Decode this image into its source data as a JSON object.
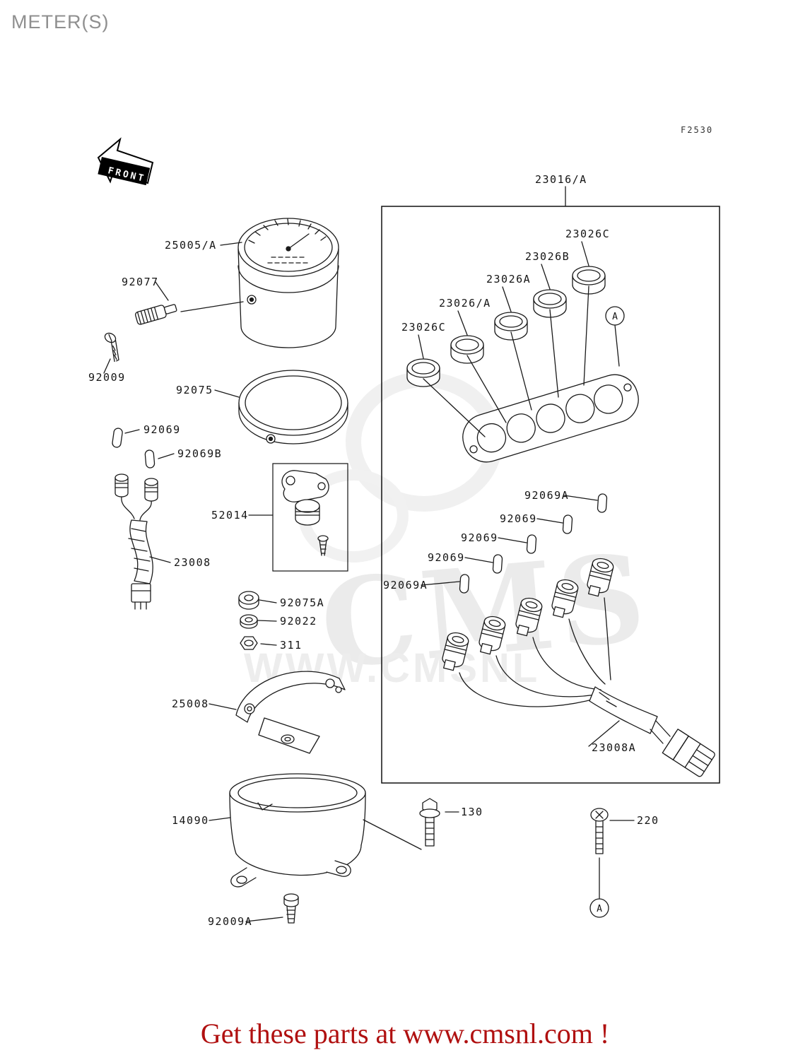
{
  "header": {
    "title": "METER(S)",
    "figure_code": "F2530"
  },
  "front_arrow": {
    "label": "FRONT"
  },
  "ref_marker": "A",
  "parts": {
    "p25005a": "25005/A",
    "p92077": "92077",
    "p92009": "92009",
    "p92075": "92075",
    "p92069": "92069",
    "p92069b": "92069B",
    "p52014": "52014",
    "p23008": "23008",
    "p92075a": "92075A",
    "p92022": "92022",
    "p311": "311",
    "p25008": "25008",
    "p14090": "14090",
    "p92009a": "92009A",
    "p23016a": "23016/A",
    "p23026c": "23026C",
    "p23026b": "23026B",
    "p23026a": "23026A",
    "p23026sa": "23026/A",
    "p92069a": "92069A",
    "p23008a": "23008A",
    "p130": "130",
    "p220": "220"
  },
  "watermark": {
    "brand": "CMS",
    "site": "WWW.CMSNL"
  },
  "footer": {
    "text": "Get these parts at www.cmsnl.com !"
  }
}
